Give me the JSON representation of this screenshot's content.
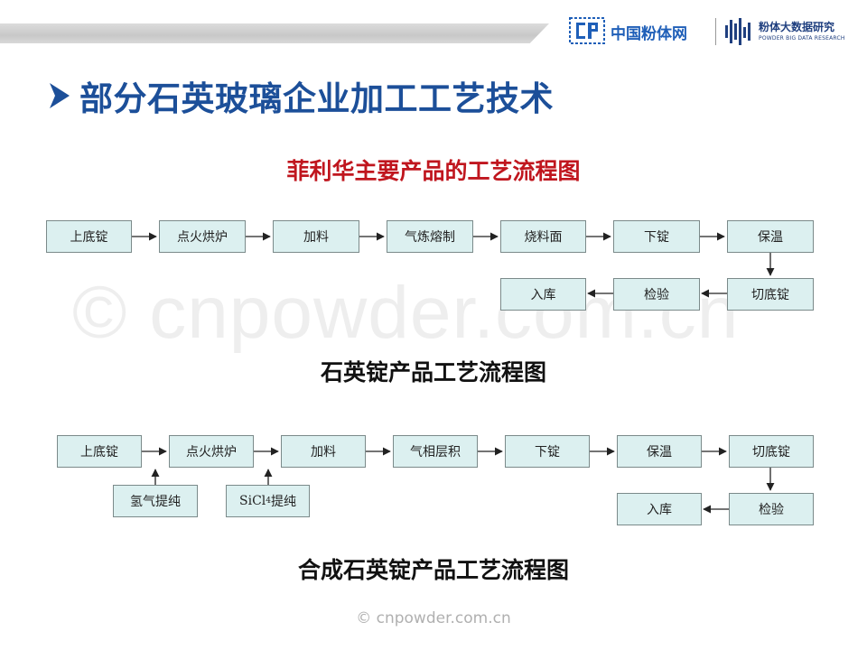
{
  "header": {
    "logo1_text": "中国粉体网",
    "logo2_text": "粉体大数据研究",
    "logo2_sub": "POWDER BIG DATA RESEARCH"
  },
  "title": "部分石英玻璃企业加工工艺技术",
  "diagrams": {
    "d1_title": "菲利华主要产品的工艺流程图",
    "d1_steps": [
      "上底锭",
      "点火烘炉",
      "加料",
      "气炼熔制",
      "烧料面",
      "下锭",
      "保温",
      "切底锭",
      "检验",
      "入库"
    ],
    "d2_title": "石英锭产品工艺流程图",
    "d3_steps": [
      "上底锭",
      "点火烘炉",
      "加料",
      "气相层积",
      "下锭",
      "保温",
      "切底锭",
      "检验",
      "入库"
    ],
    "d3_inputs": [
      "氢气提纯",
      "SiCl",
      "4",
      "提纯"
    ],
    "d3_title": "合成石英锭产品工艺流程图"
  },
  "watermark": {
    "big": "© cnpowder.com.cn",
    "small": "© cnpowder.com.cn"
  },
  "colors": {
    "title_blue": "#1c4f99",
    "subtitle_red": "#c0161e",
    "box_fill": "#dcf0f0"
  }
}
